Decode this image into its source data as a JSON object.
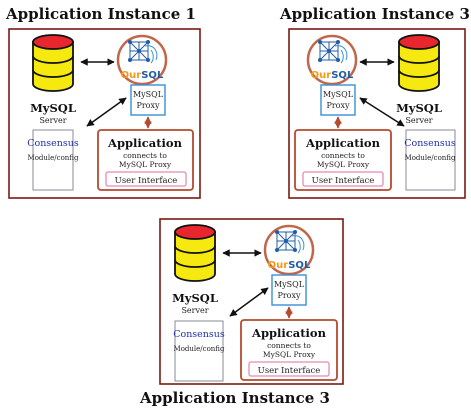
{
  "titles": {
    "top_left": "Application Instance 1",
    "top_right": "Application Instance 3",
    "bottom": "Application Instance 3"
  },
  "server": {
    "label": "MySQL",
    "sublabel": "Server"
  },
  "proxy": {
    "line1": "MySQL",
    "line2": "Proxy"
  },
  "logo": {
    "prefix": "Our",
    "suffix": "SQL"
  },
  "consensus": {
    "title": "Consensus",
    "sublabel": "Module/config"
  },
  "application": {
    "title": "Application",
    "line1": "connects to",
    "line2": "MySQL Proxy",
    "ui_label": "User Interface"
  },
  "colors": {
    "db_cap": "#e8262e",
    "db_body": "#f5e90f",
    "accent_brown": "#b44a2e",
    "proxy_blue": "#3a8fd6",
    "consensus_blue": "#2230a8",
    "ui_pink": "#e58ab8",
    "logo_orange": "#f29a1a",
    "logo_blue": "#1f5da6"
  }
}
